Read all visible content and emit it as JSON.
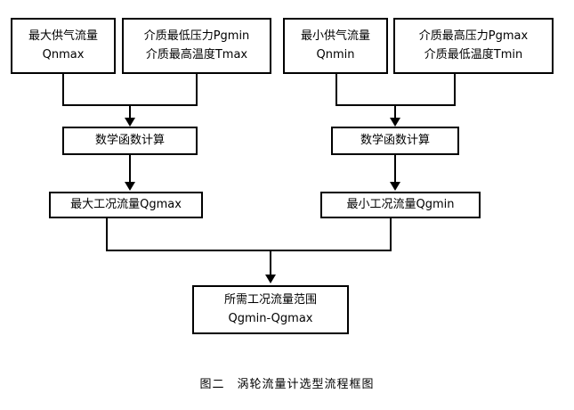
{
  "figure": {
    "caption": "图二　涡轮流量计选型流程框图",
    "background_color": "#ffffff",
    "line_color": "#000000",
    "text_color": "#000000"
  },
  "nodes": {
    "max_supply_flow": {
      "line1": "最大供气流量",
      "line2": "Qnmax"
    },
    "min_pressure_max_temp": {
      "line1": "介质最低压力Pgmin",
      "line2": "介质最高温度Tmax"
    },
    "min_supply_flow": {
      "line1": "最小供气流量",
      "line2": "Qnmin"
    },
    "max_pressure_min_temp": {
      "line1": "介质最高压力Pgmax",
      "line2": "介质最低温度Tmin"
    },
    "math_calc_left": {
      "line1": "数学函数计算"
    },
    "math_calc_right": {
      "line1": "数学函数计算"
    },
    "max_working_flow": {
      "line1": "最大工况流量Qgmax"
    },
    "min_working_flow": {
      "line1": "最小工况流量Qgmin"
    },
    "required_flow_range": {
      "line1": "所需工况流量范围",
      "line2": "Qgmin-Qgmax"
    }
  }
}
